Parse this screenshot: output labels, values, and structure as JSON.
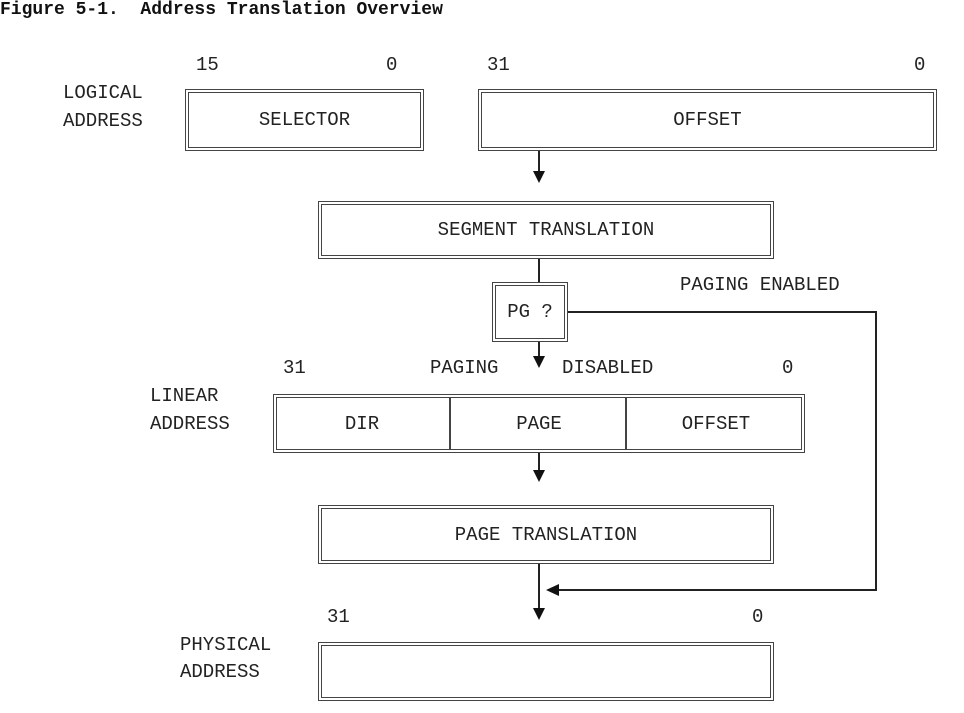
{
  "title": "Figure 5-1.  Address Translation Overview",
  "logical": {
    "label_line1": "LOGICAL",
    "label_line2": "ADDRESS",
    "selector_hi": "15",
    "selector_lo": "0",
    "offset_hi": "31",
    "offset_lo": "0",
    "selector": "SELECTOR",
    "offset": "OFFSET"
  },
  "segment_translation": "SEGMENT TRANSLATION",
  "pg_test": "PG ?",
  "paging_enabled": "PAGING ENABLED",
  "paging_disabled_left": "PAGING",
  "paging_disabled_right": "DISABLED",
  "linear": {
    "label_line1": "LINEAR",
    "label_line2": "ADDRESS",
    "bit_hi": "31",
    "bit_lo": "0",
    "dir": "DIR",
    "page": "PAGE",
    "offset": "OFFSET"
  },
  "page_translation": "PAGE TRANSLATION",
  "physical": {
    "label_line1": "PHYSICAL",
    "label_line2": "ADDRESS",
    "bit_hi": "31",
    "bit_lo": "0"
  }
}
